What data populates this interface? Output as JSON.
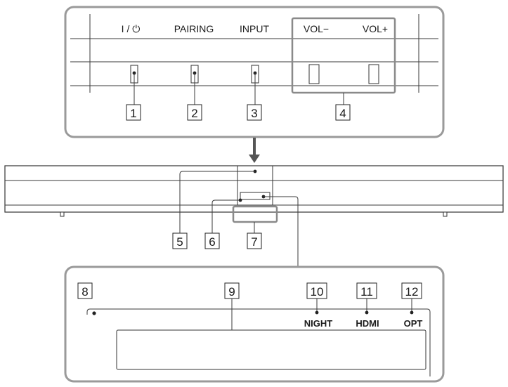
{
  "top_panel": {
    "buttons": {
      "power": "I / ⏻",
      "pairing": "PAIRING",
      "input": "INPUT",
      "vol_minus": "VOL−",
      "vol_plus": "VOL+"
    }
  },
  "display_panel": {
    "indicators": {
      "night": "NIGHT",
      "hdmi": "HDMI",
      "opt": "OPT"
    }
  },
  "callouts": [
    "1",
    "2",
    "3",
    "4",
    "5",
    "6",
    "7",
    "8",
    "9",
    "10",
    "11",
    "12"
  ],
  "colors": {
    "panel_border": "#9a9a9a",
    "line": "#3a3a3a",
    "text": "#1a1a1a"
  }
}
